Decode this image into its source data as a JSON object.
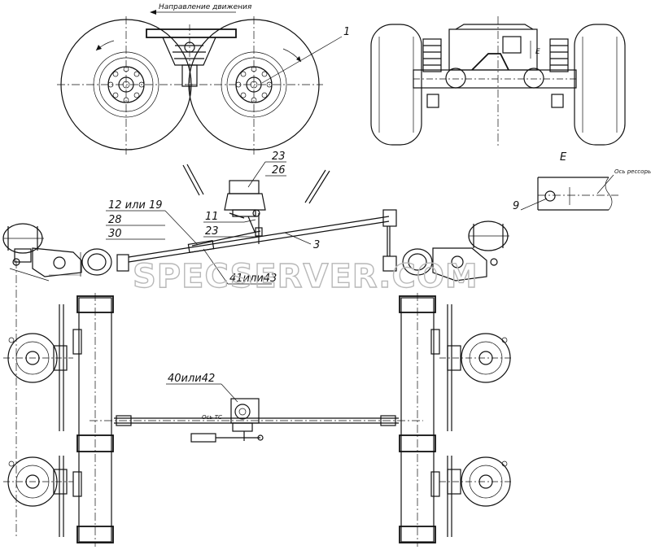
{
  "drawing": {
    "travel_direction_label": "Направление движения",
    "view_e_label": "E",
    "view_e_letter_in_top_view": "E",
    "spring_axis_label": "Ось рессоры",
    "vehicle_axis_label": "Ось ТС",
    "callouts": {
      "c1": "1",
      "c3": "3",
      "c9": "9",
      "c11": "11",
      "c23_top": "23",
      "c26": "26",
      "c23_mid": "23",
      "c12_19": "12 или 19",
      "c28": "28",
      "c30": "30",
      "c41_43": "41или43",
      "c40_42": "40или42"
    }
  },
  "watermark": {
    "text": "SPECSERVER.COM"
  }
}
